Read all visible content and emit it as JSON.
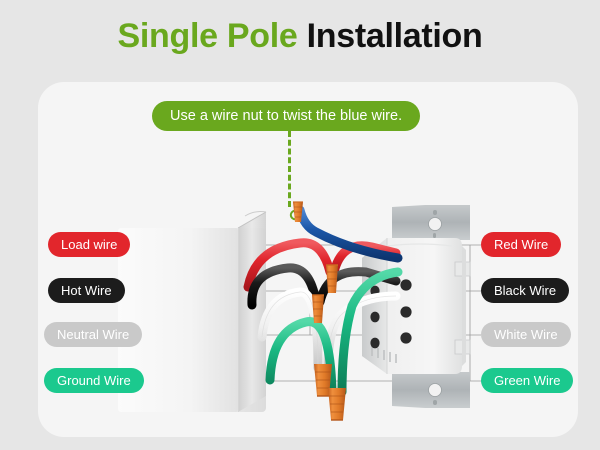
{
  "title": {
    "highlight": "Single Pole",
    "rest": " Installation",
    "highlight_color": "#6aa81e",
    "rest_color": "#111111"
  },
  "callout": {
    "text": "Use a wire nut to twist the blue wire.",
    "background_color": "#6aa81e",
    "text_color": "#ffffff",
    "pointer": "green-dashed-line"
  },
  "card": {
    "background_color": "#f5f5f5",
    "page_background_color": "#e6e6e6"
  },
  "labels": {
    "left": [
      {
        "text": "Load wire",
        "style": "red",
        "color": "#e2262c"
      },
      {
        "text": "Hot Wire",
        "style": "black",
        "color": "#1c1c1c"
      },
      {
        "text": "Neutral Wire",
        "style": "white",
        "color": "#c9c9c9"
      },
      {
        "text": "Ground Wire",
        "style": "green",
        "color": "#1bc98e"
      }
    ],
    "right": [
      {
        "text": "Red Wire",
        "style": "red",
        "color": "#e2262c"
      },
      {
        "text": "Black Wire",
        "style": "black",
        "color": "#1c1c1c"
      },
      {
        "text": "White Wire",
        "style": "white",
        "color": "#c9c9c9"
      },
      {
        "text": "Green Wire",
        "style": "green",
        "color": "#1bc98e"
      }
    ]
  },
  "diagram": {
    "electrical_box": {
      "name": "wall-electrical-box",
      "color": "#ededed"
    },
    "switch": {
      "name": "smart-light-switch",
      "body_color": "#f0f0f0",
      "strap_color": "#b5b9bb",
      "terminal_color": "#2b2b2b",
      "terminal_count": 6
    },
    "wire_nuts": [
      {
        "name": "wire-nut-blue-top",
        "orientation": "up"
      },
      {
        "name": "wire-nut-red",
        "orientation": "up"
      },
      {
        "name": "wire-nut-black",
        "orientation": "up"
      },
      {
        "name": "wire-nut-white",
        "orientation": "down"
      },
      {
        "name": "wire-nut-green",
        "orientation": "down"
      }
    ],
    "wires": [
      {
        "name": "load-red-wire",
        "color": "#e0242b"
      },
      {
        "name": "hot-black-wire",
        "color": "#141414"
      },
      {
        "name": "neutral-white-wire",
        "color": "#f2f2f2"
      },
      {
        "name": "ground-green-wire",
        "color": "#19b882"
      },
      {
        "name": "switch-blue-wire",
        "color": "#1b57a8"
      }
    ]
  }
}
